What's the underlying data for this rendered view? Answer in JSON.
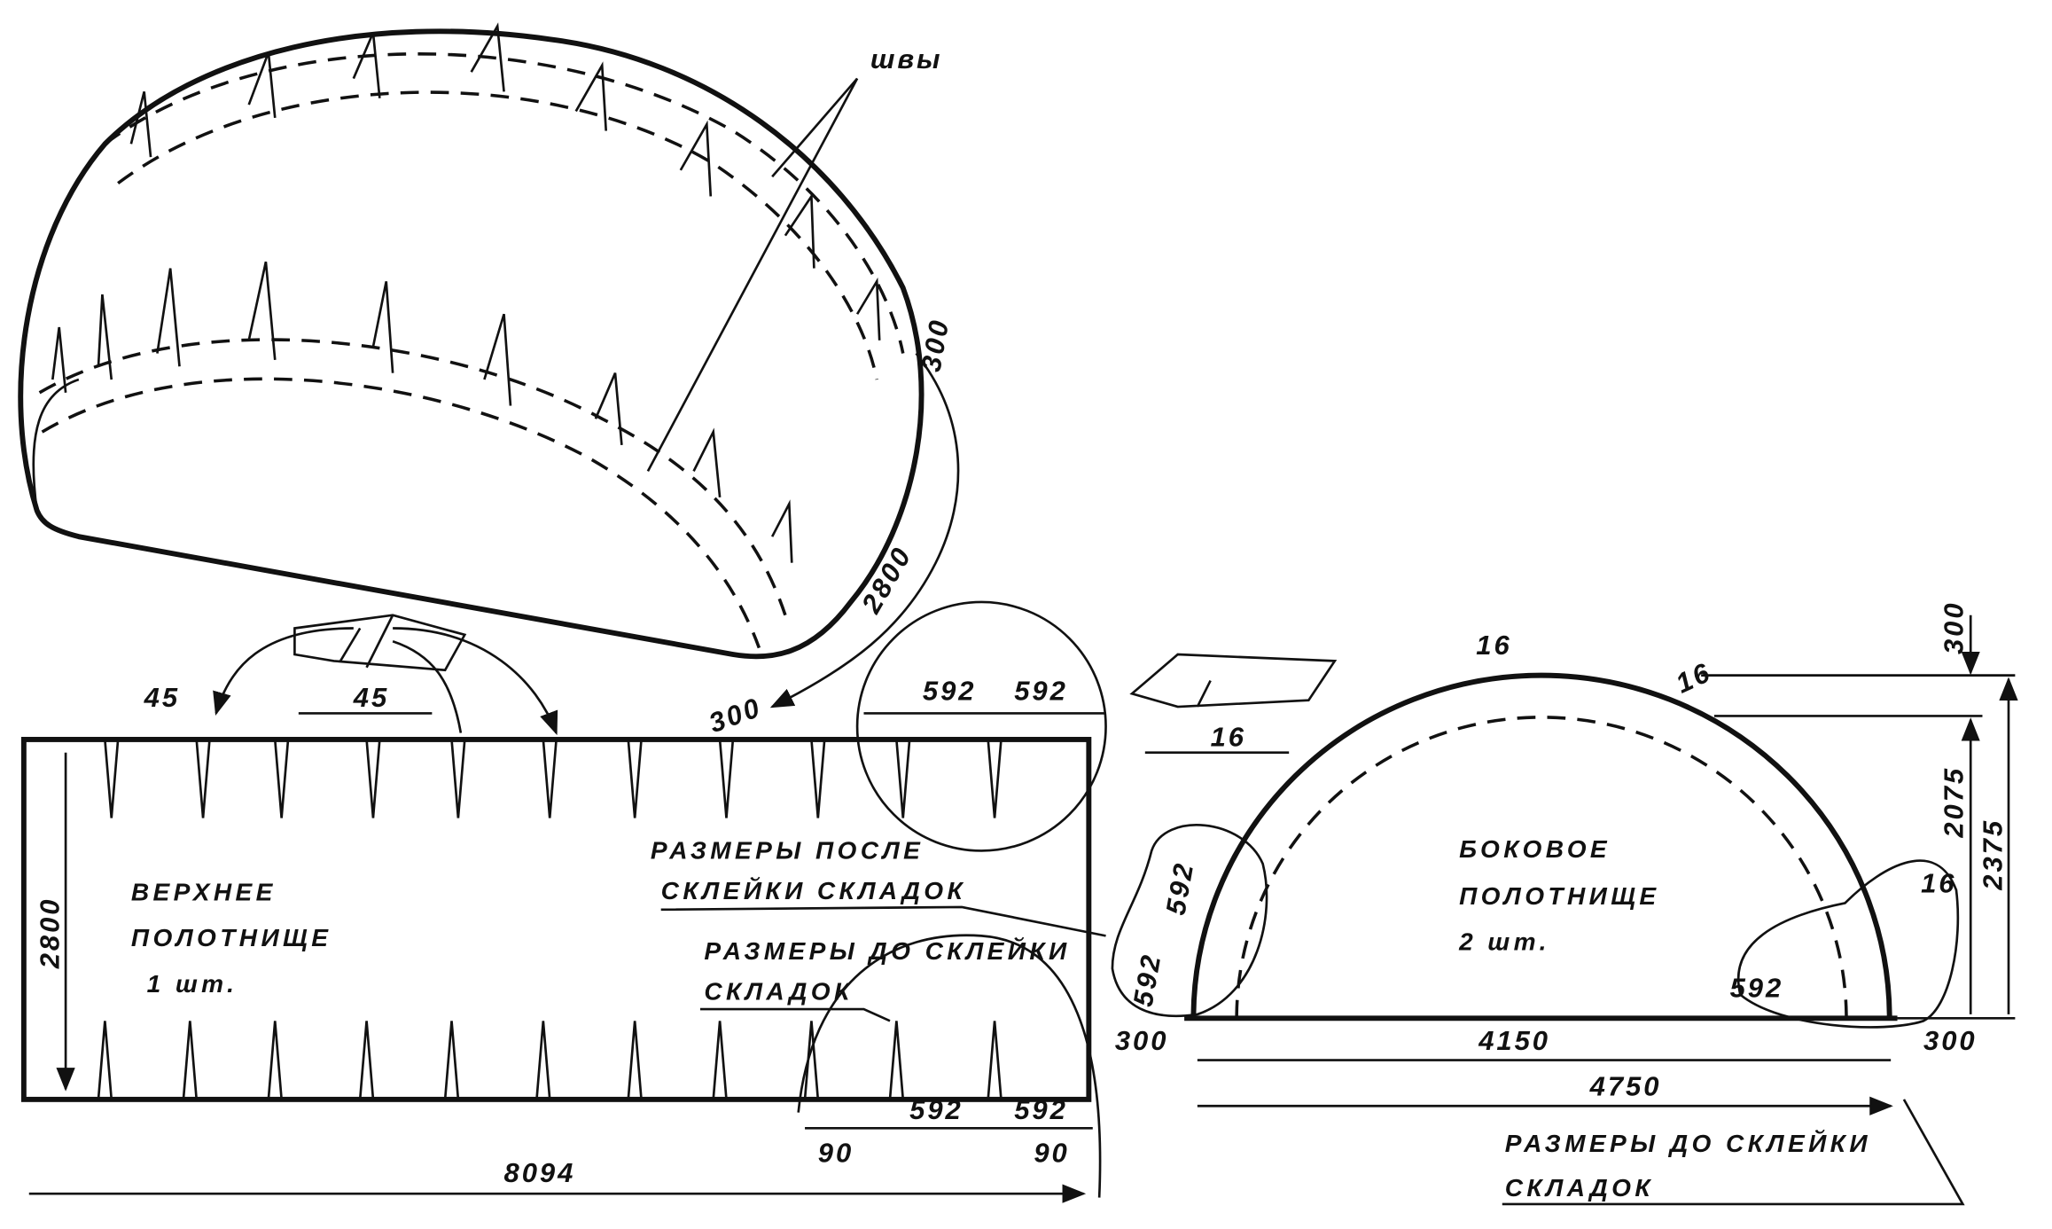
{
  "tent_view": {
    "seams_label": "швы",
    "dim_300_a": "300",
    "dim_2800": "2800",
    "dim_300_b": "300"
  },
  "top_panel": {
    "title_line1": "ВЕРХНЕЕ",
    "title_line2": "ПОЛОТНИЩЕ",
    "title_line3": "1 шт.",
    "dim_height": "2800",
    "dim_length": "8094",
    "dim_fold_a": "45",
    "dim_fold_b": "45",
    "dim_top_592_a": "592",
    "dim_top_592_b": "592",
    "dim_bottom_592_a": "592",
    "dim_bottom_592_b": "592",
    "dim_90_a": "90",
    "dim_90_b": "90"
  },
  "notes": {
    "after_line1": "РАЗМЕРЫ ПОСЛЕ",
    "after_line2": "СКЛЕЙКИ СКЛАДОК",
    "before_line1": "РАЗМЕРЫ ДО СКЛЕЙКИ",
    "before_line2": "СКЛАДОК",
    "before2_line1": "РАЗМЕРЫ ДО СКЛЕЙКИ",
    "before2_line2": "СКЛАДОК"
  },
  "side_panel": {
    "title_line1": "БОКОВОЕ",
    "title_line2": "ПОЛОТНИЩЕ",
    "title_line3": "2 шт.",
    "dim_fold_16": "16",
    "dim_top_16_a": "16",
    "dim_top_16_b": "16",
    "dim_right_16": "16",
    "dim_300_top": "300",
    "dim_2075": "2075",
    "dim_2375": "2375",
    "dim_592_left_a": "592",
    "dim_592_left_b": "592",
    "dim_592_right": "592",
    "dim_300_left": "300",
    "dim_300_right": "300",
    "dim_4150": "4150",
    "dim_4750": "4750"
  }
}
